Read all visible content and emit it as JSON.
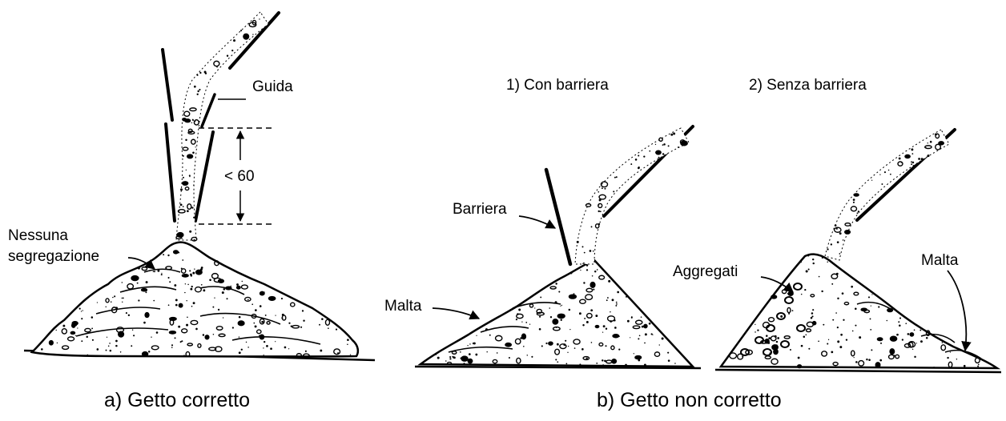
{
  "panel_a": {
    "caption": "a) Getto corretto",
    "guide_label": "Guida",
    "distance_label": "< 60",
    "result_label": [
      "Nessuna",
      "segregazione"
    ]
  },
  "panel_b": {
    "caption": "b) Getto non corretto",
    "case1": {
      "title": "1) Con barriera",
      "barrier_label": "Barriera",
      "mortar_label": "Malta"
    },
    "case2": {
      "title": "2) Senza barriera",
      "aggregate_label": "Aggregati",
      "mortar_label": "Malta"
    }
  },
  "colors": {
    "ink": "#000000",
    "paper": "#ffffff"
  }
}
